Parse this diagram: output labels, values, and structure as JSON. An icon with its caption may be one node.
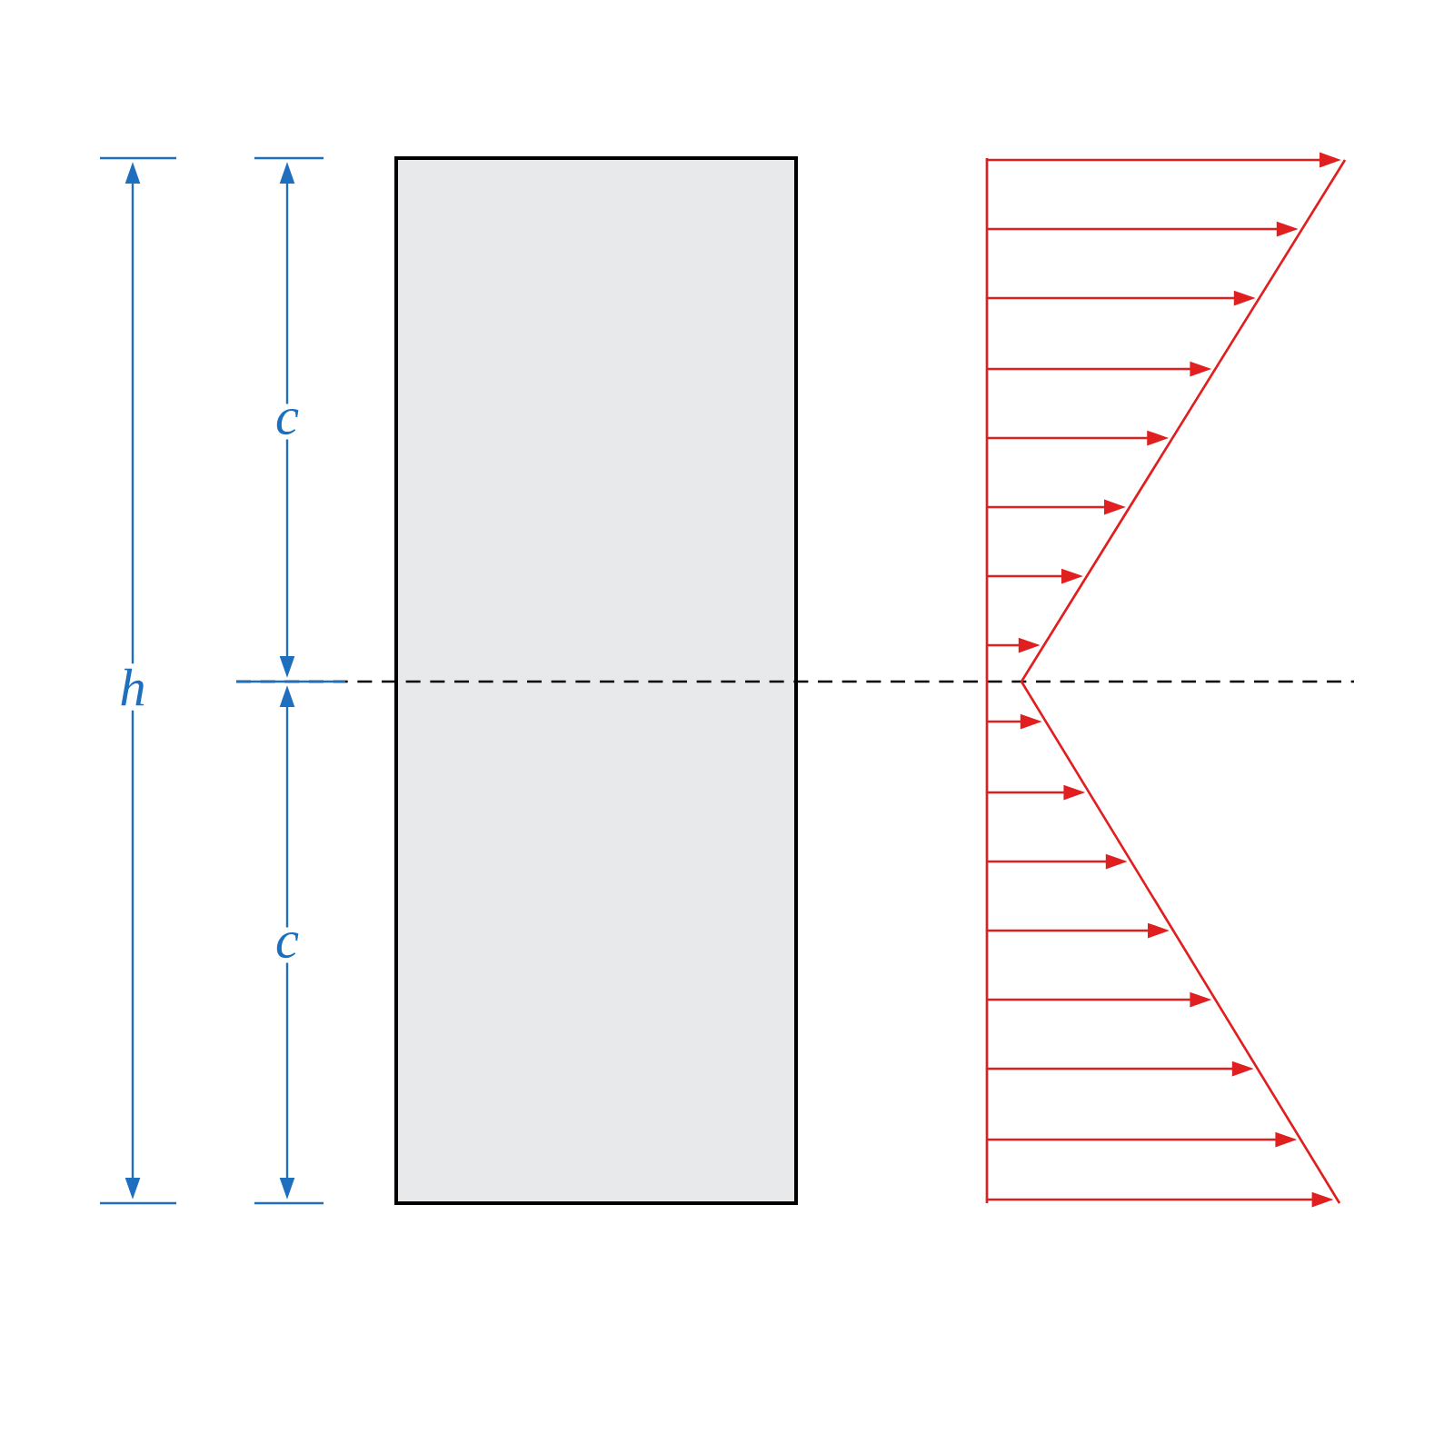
{
  "diagram": {
    "nodes": [
      {
        "text": [],
        "shape": "box"
      }
    ],
    "labels": [
      "h",
      "c",
      "c"
    ]
  }
}
